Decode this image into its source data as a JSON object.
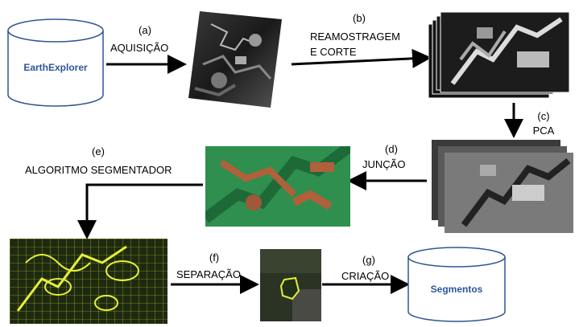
{
  "source_db": {
    "label": "EarthExplorer",
    "fill": "#ffffff",
    "stroke": "#2f5597"
  },
  "target_db": {
    "label": "Segmentos",
    "fill": "#ffffff",
    "stroke": "#2f5597"
  },
  "steps": [
    {
      "tag": "(a)",
      "label": "AQUISIÇÃO"
    },
    {
      "tag": "(b)",
      "label": "REAMOSTRAGEM",
      "label2": "E CORTE"
    },
    {
      "tag": "(c)",
      "label": "PCA"
    },
    {
      "tag": "(d)",
      "label": "JUNÇÃO"
    },
    {
      "tag": "(e)",
      "label": "ALGORITMO SEGMENTADOR"
    },
    {
      "tag": "(f)",
      "label": "SEPARAÇÃO"
    },
    {
      "tag": "(g)",
      "label": "CRIAÇÃO"
    }
  ],
  "images": {
    "raw_scene": "satellite-grayscale-tilted",
    "stack_bands": "satellite-grayscale-stack",
    "pca_components": "pca-grayscale-stack",
    "composite": "false-color-composite",
    "segmented": "segmented-yellow-grid",
    "single_segment": "single-segment-crop"
  },
  "colors": {
    "arrow": "#000000",
    "db_text": "#2f5597",
    "composite_green": "#2f8f4e",
    "composite_red": "#b0603a",
    "segment_line": "#e6f03a",
    "segment_bg": "#1e2a10"
  }
}
